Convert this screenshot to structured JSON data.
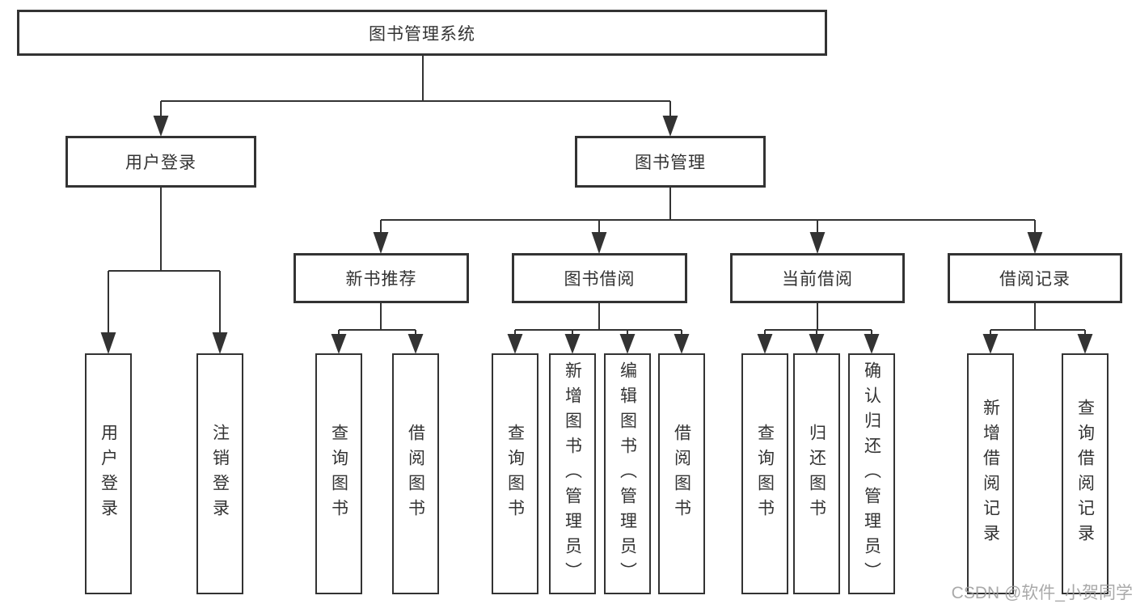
{
  "nodes": {
    "root": "图书管理系统",
    "user_login": "用户登录",
    "book_mgmt": "图书管理",
    "new_book_rec": "新书推荐",
    "book_borrow": "图书借阅",
    "current_borrow": "当前借阅",
    "borrow_record": "借阅记录",
    "leaf_user_login": "用户登录",
    "leaf_logout": "注销登录",
    "leaf_query_book_rec": "查询图书",
    "leaf_borrow_book_rec": "借阅图书",
    "leaf_query_book_borrow": "查询图书",
    "leaf_add_book_admin": "新增图书（管理员）",
    "leaf_edit_book_admin": "编辑图书（管理员）",
    "leaf_borrow_book_borrow": "借阅图书",
    "leaf_query_book_current": "查询图书",
    "leaf_return_book": "归还图书",
    "leaf_confirm_return_admin": "确认归还（管理员）",
    "leaf_add_borrow_record": "新增借阅记录",
    "leaf_query_borrow_record": "查询借阅记录"
  },
  "watermark": "CSDN @软件_小贺同学",
  "colors": {
    "line": "#333333",
    "text": "#333333",
    "watermark": "#9b9b9b"
  }
}
